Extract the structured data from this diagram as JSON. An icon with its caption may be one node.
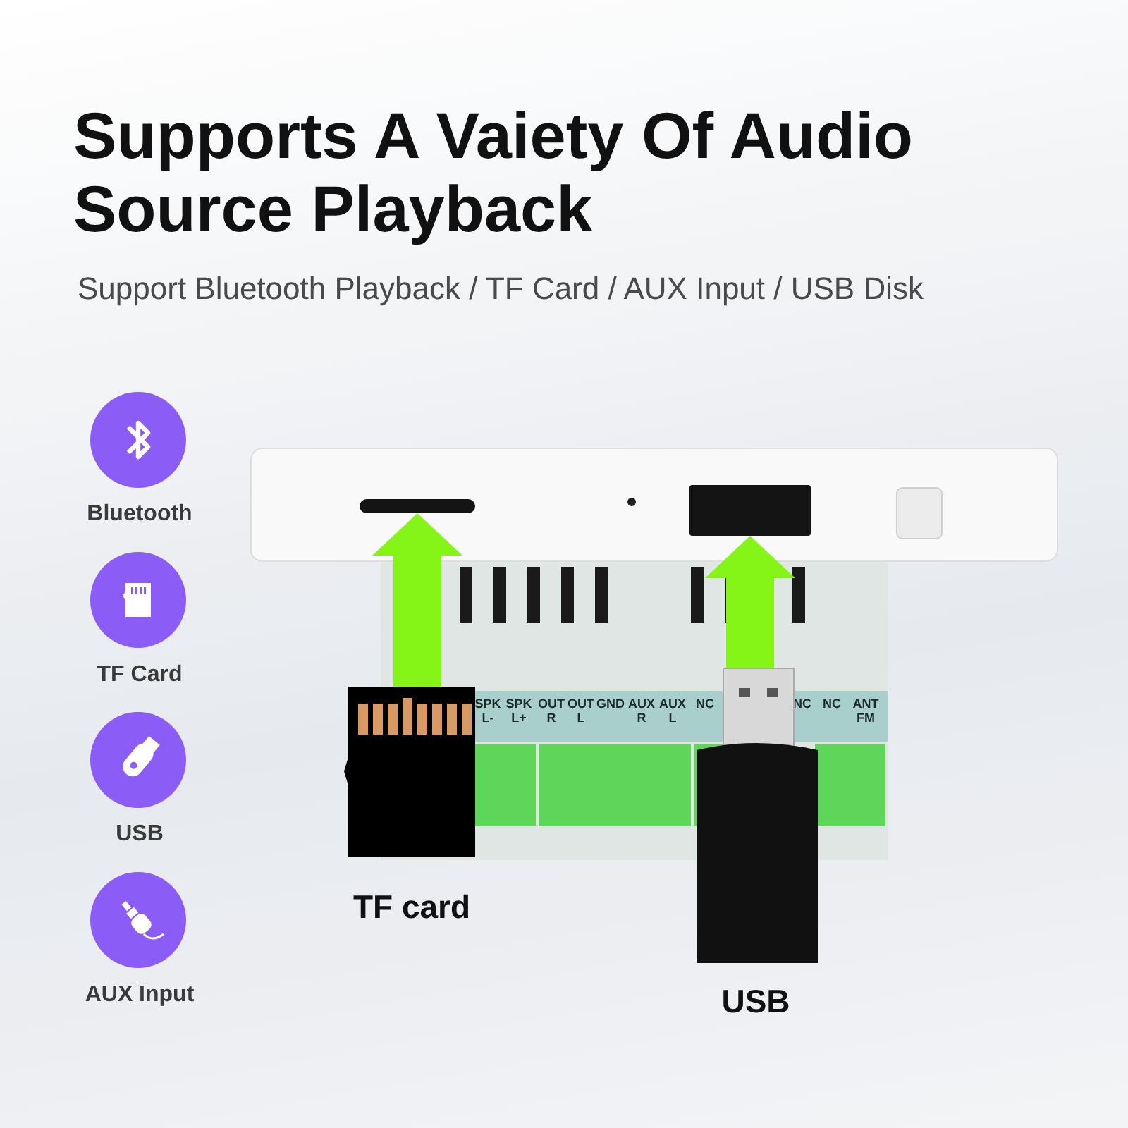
{
  "diagram": {
    "title": "Supports A Vaiety Of Audio Source Playback",
    "nodes": [
      {
        "text": [
          "TF card"
        ]
      },
      {
        "text": [
          "USB"
        ]
      },
      {
        "text": [],
        "shape": "box"
      },
      {
        "text": [],
        "shape": "box"
      }
    ],
    "edges": [
      {
        "from": 0,
        "to": 2,
        "arrow": "to",
        "color": "#84f516"
      },
      {
        "from": 1,
        "to": 3,
        "arrow": "to",
        "color": "#84f516"
      }
    ],
    "labels": [
      "Support Bluetooth Playback / TF Card / AUX Input / USB Disk",
      "Bluetooth",
      "TF Card",
      "USB",
      "AUX Input",
      "SPK L-",
      "SPK L+",
      "OUT R",
      "OUT L",
      "GND",
      "AUX R",
      "AUX L",
      "NC",
      "NC",
      "NC",
      "ANT FM"
    ]
  }
}
